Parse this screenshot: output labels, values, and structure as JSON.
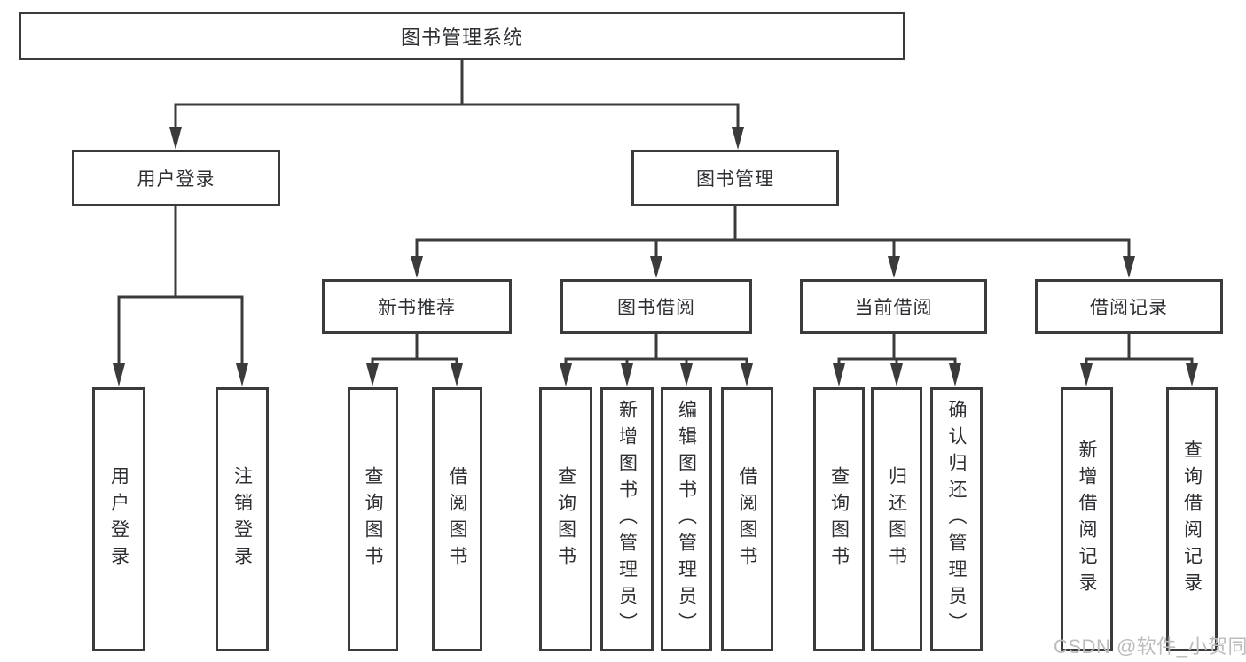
{
  "tree": {
    "root": {
      "label": "图书管理系统"
    },
    "branches": [
      {
        "label": "用户登录",
        "children": [
          {
            "label": "用户登录"
          },
          {
            "label": "注销登录"
          }
        ]
      },
      {
        "label": "图书管理",
        "children": [
          {
            "label": "新书推荐",
            "children": [
              {
                "label": "查询图书"
              },
              {
                "label": "借阅图书"
              }
            ]
          },
          {
            "label": "图书借阅",
            "children": [
              {
                "label": "查询图书"
              },
              {
                "label": "新增图书（管理员）"
              },
              {
                "label": "编辑图书（管理员）"
              },
              {
                "label": "借阅图书"
              }
            ]
          },
          {
            "label": "当前借阅",
            "children": [
              {
                "label": "查询图书"
              },
              {
                "label": "归还图书"
              },
              {
                "label": "确认归还（管理员）"
              }
            ]
          },
          {
            "label": "借阅记录",
            "children": [
              {
                "label": "新增借阅记录"
              },
              {
                "label": "查询借阅记录"
              }
            ]
          }
        ]
      }
    ]
  },
  "watermark": {
    "text": "CSDN @软件_小贺同学"
  },
  "colors": {
    "line": "#3b3b3b",
    "text": "#2d2f33",
    "watermark": "#bcbcbc"
  }
}
